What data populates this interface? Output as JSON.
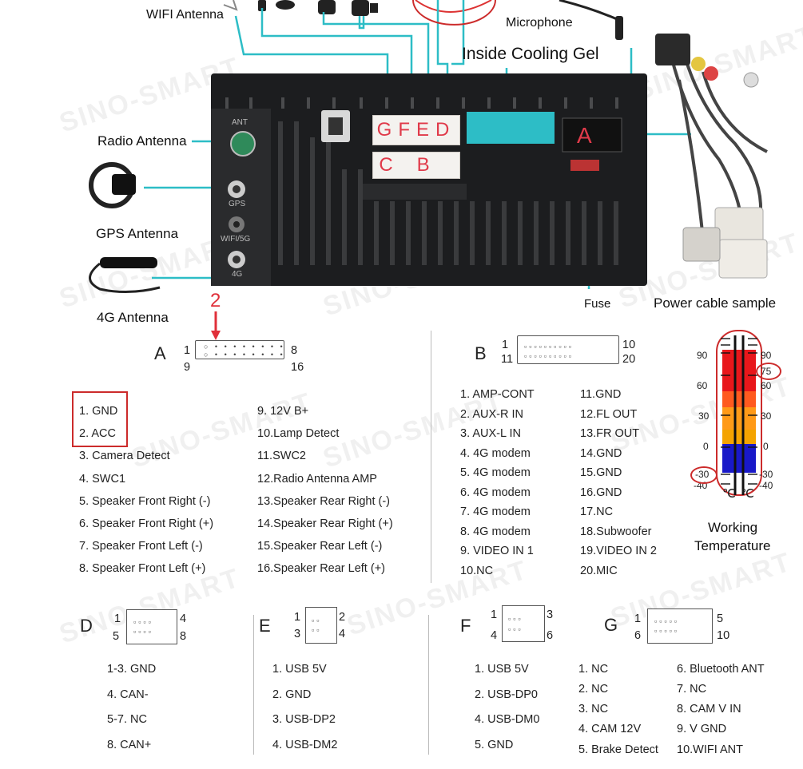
{
  "top_labels": {
    "wifi_antenna": "WIFI Antenna",
    "microphone": "Microphone",
    "inside_cooling_gel": "Inside Cooling Gel",
    "radio_antenna": "Radio Antenna",
    "gps_antenna": "GPS Antenna",
    "antenna_4g": "4G Antenna",
    "fuse": "Fuse",
    "power_cable_sample": "Power cable sample",
    "pin_marker": "2"
  },
  "unit": {
    "port_ant": "ANT",
    "port_gps": "GPS",
    "port_wifi": "WIFI/5G",
    "port_4g": "4G",
    "conn_top": "GFED",
    "conn_bottom": "CB",
    "conn_a": "A"
  },
  "watermark": "SINO-SMART",
  "connector_a": {
    "letter": "A",
    "pin1": "1",
    "pin8": "8",
    "pin9": "9",
    "pin16": "16",
    "left": [
      "1. GND",
      "2. ACC",
      "3. Camera Detect",
      "4. SWC1",
      "5. Speaker Front Right (-)",
      "6. Speaker Front Right (+)",
      "7. Speaker Front Left (-)",
      "8. Speaker Front Left (+)"
    ],
    "right": [
      "9.  12V B+",
      "10.Lamp Detect",
      "11.SWC2",
      "12.Radio Antenna AMP",
      "13.Speaker Rear Right (-)",
      "14.Speaker Rear Right (+)",
      "15.Speaker Rear Left (-)",
      "16.Speaker Rear Left (+)"
    ]
  },
  "connector_b": {
    "letter": "B",
    "pin1": "1",
    "pin10": "10",
    "pin11": "11",
    "pin20": "20",
    "left": [
      "1.  AMP-CONT",
      "2.  AUX-R IN",
      "3.  AUX-L IN",
      "4.  4G modem",
      "5.  4G modem",
      "6.  4G modem",
      "7.  4G modem",
      "8.  4G modem",
      "9.  VIDEO IN 1",
      "10.NC"
    ],
    "right": [
      "11.GND",
      "12.FL OUT",
      "13.FR OUT",
      "14.GND",
      "15.GND",
      "16.GND",
      "17.NC",
      "18.Subwoofer",
      "19.VIDEO IN 2",
      "20.MIC"
    ]
  },
  "thermometer": {
    "ticks_left": [
      "90",
      "60",
      "30",
      "0",
      "-30",
      "-40"
    ],
    "ticks_right": [
      "90",
      "75",
      "60",
      "30",
      "0",
      "-30",
      "-40"
    ],
    "unit_left": "℃",
    "unit_right": "℃",
    "label_line1": "Working",
    "label_line2": "Temperature"
  },
  "connector_d": {
    "letter": "D",
    "p1": "1",
    "p4": "4",
    "p5": "5",
    "p8": "8",
    "pins": [
      "1-3. GND",
      "4. CAN-",
      "5-7. NC",
      "8. CAN+"
    ]
  },
  "connector_e": {
    "letter": "E",
    "p1": "1",
    "p2": "2",
    "p3": "3",
    "p4": "4",
    "pins": [
      "1. USB 5V",
      "2. GND",
      "3. USB-DP2",
      "4. USB-DM2"
    ]
  },
  "connector_f": {
    "letter": "F",
    "p1": "1",
    "p3": "3",
    "p4": "4",
    "p6": "6",
    "pins": [
      "1. USB 5V",
      "2. USB-DP0",
      "4. USB-DM0",
      "5. GND"
    ]
  },
  "connector_g": {
    "letter": "G",
    "p1": "1",
    "p5": "5",
    "p6": "6",
    "p10": "10",
    "left": [
      "1. NC",
      "2. NC",
      "3. NC",
      "4. CAM 12V",
      "5. Brake Detect"
    ],
    "right": [
      "6.  Bluetooth ANT",
      "7.  NC",
      "8.  CAM V IN",
      "9.  V GND",
      "10.WIFI ANT"
    ]
  },
  "colors": {
    "accent_line": "#2dbdc6",
    "highlight": "#cc2b2b",
    "connector_text": "#e03a4a"
  }
}
